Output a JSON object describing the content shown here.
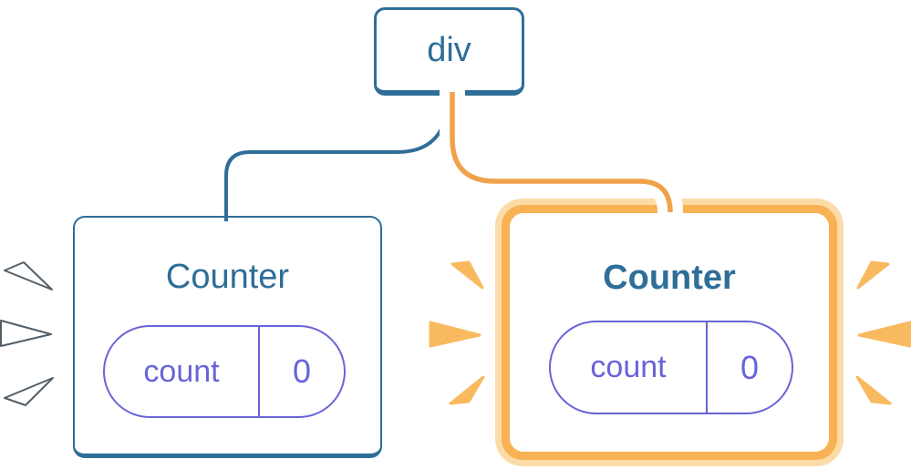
{
  "diagram": {
    "description": "React component tree: a div root element with two Counter child components; the second Counter is highlighted as updating",
    "tree": {
      "root": {
        "label": "div"
      },
      "children": [
        {
          "label": "Counter",
          "highlighted": false,
          "state": {
            "key": "count",
            "value": "0"
          }
        },
        {
          "label": "Counter",
          "highlighted": true,
          "state": {
            "key": "count",
            "value": "0"
          }
        }
      ]
    },
    "edges": [
      {
        "from": "div",
        "to": "first Counter",
        "style": "thin blue line"
      },
      {
        "from": "div",
        "to": "second Counter",
        "style": "white pipe with orange core",
        "highlighted": true
      }
    ],
    "colors": {
      "blue": "#2E6E99",
      "purple": "#6864D8",
      "orange": "#F8B153",
      "orange_light": "#FBDCA9",
      "orange_core": "#F0A24B",
      "spark_orange": "#F9BA5F",
      "spark_white": "#FFFFFF",
      "spark_white_outline": "#525E68"
    }
  }
}
